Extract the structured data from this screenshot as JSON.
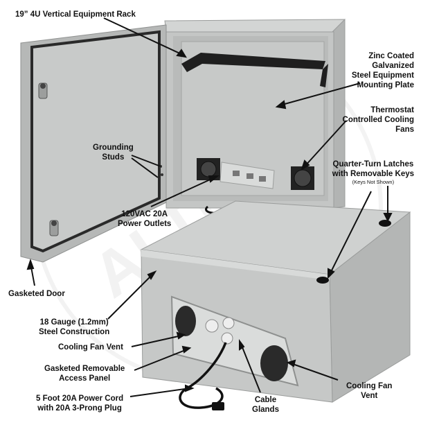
{
  "image": {
    "watermark_text": "ALTELIX",
    "colors": {
      "enclosure": "#c9cbca",
      "enclosure_dark": "#a9abaa",
      "interior": "#bcbebd",
      "gasket": "#2a2a2a",
      "label_text": "#111111"
    }
  },
  "labels": {
    "rack": "19” 4U Vertical Equipment Rack",
    "plate_1": "Zinc Coated",
    "plate_2": "Galvanized",
    "plate_3": "Steel Equipment",
    "plate_4": "Mounting Plate",
    "thermo_1": "Thermostat",
    "thermo_2": "Controlled Cooling",
    "thermo_3": "Fans",
    "ground_1": "Grounding",
    "ground_2": "Studs",
    "latch_1": "Quarter-Turn Latches",
    "latch_2": "with Removable Keys",
    "latch_3": "(Keys Not Shown)",
    "outlet_1": "120VAC 20A",
    "outlet_2": "Power Outlets",
    "door": "Gasketed Door",
    "gauge_1": "18 Gauge (1.2mm)",
    "gauge_2": "Steel Construction",
    "fanvent_left": "Cooling Fan Vent",
    "panel_1": "Gasketed Removable",
    "panel_2": "Access Panel",
    "cord_1": "5 Foot 20A Power Cord",
    "cord_2": "with 20A 3-Prong Plug",
    "glands_1": "Cable",
    "glands_2": "Glands",
    "fanvent_r1": "Cooling Fan",
    "fanvent_r2": "Vent"
  }
}
